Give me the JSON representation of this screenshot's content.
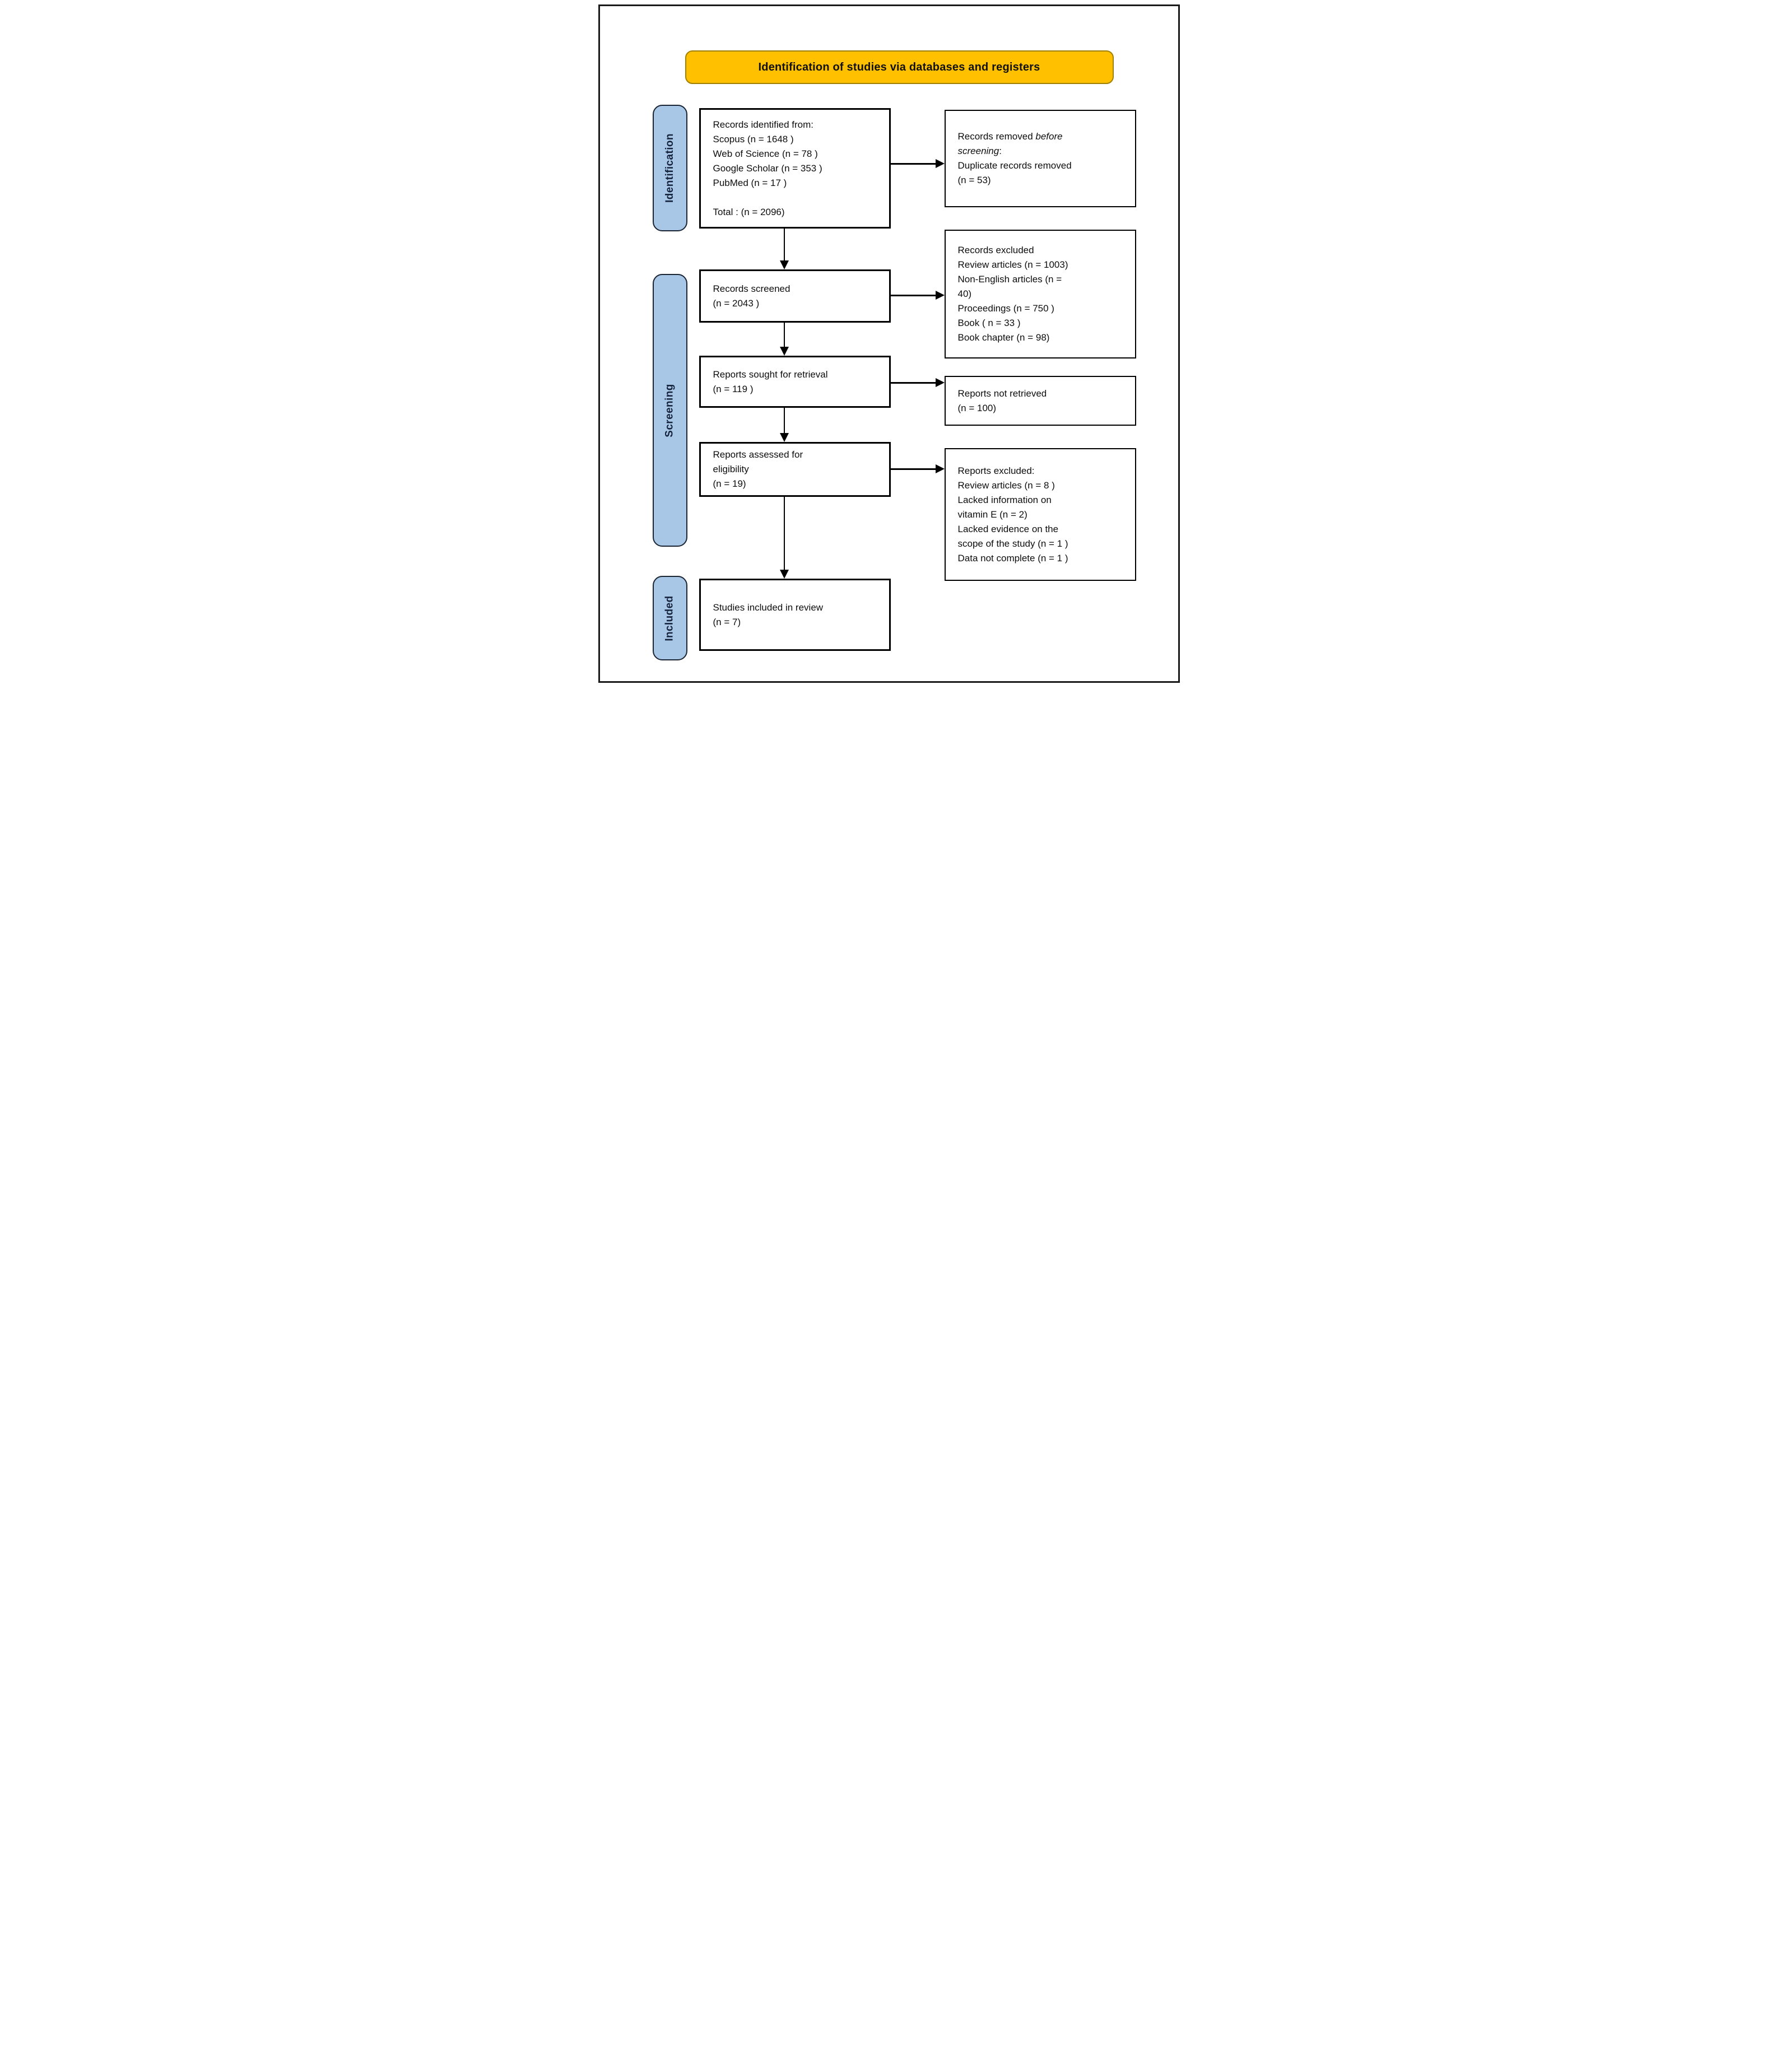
{
  "title": "Identification of studies via databases and registers",
  "stages": {
    "identification": "Identification",
    "screening": "Screening",
    "included": "Included"
  },
  "boxes": {
    "records_identified": {
      "lines": [
        "Records identified from:",
        "Scopus (n = 1648 )",
        "Web of Science (n = 78 )",
        "Google Scholar (n = 353 )",
        "PubMed (n = 17 )"
      ],
      "total": "Total : (n = 2096)"
    },
    "records_removed": {
      "line1_normal": "Records removed ",
      "line1_italic": "before",
      "line2_italic": "screening",
      "line2_suffix": ":",
      "line3": "Duplicate records removed",
      "line4": "(n = 53)"
    },
    "records_screened": {
      "lines": [
        "Records screened",
        "(n = 2043 )"
      ]
    },
    "records_excluded": {
      "lines": [
        "Records excluded",
        "Review articles (n = 1003)",
        "Non-English articles (n =",
        "40)",
        "Proceedings (n = 750 )",
        "Book ( n = 33 )",
        "Book chapter (n = 98)"
      ]
    },
    "reports_sought": {
      "lines": [
        "Reports sought for retrieval",
        "(n = 119 )"
      ]
    },
    "reports_not_retrieved": {
      "lines": [
        "Reports not retrieved",
        "(n = 100)"
      ]
    },
    "reports_assessed": {
      "lines": [
        "Reports assessed for",
        "eligibility",
        "(n = 19)"
      ]
    },
    "reports_excluded": {
      "lines": [
        "Reports excluded:",
        "Review articles (n = 8 )",
        "Lacked information on",
        "vitamin E (n = 2)",
        "Lacked evidence on the",
        "scope of the study (n = 1 )",
        "Data not complete (n = 1 )"
      ]
    },
    "studies_included": {
      "lines": [
        "Studies included in review",
        "(n = 7)"
      ]
    }
  },
  "colors": {
    "banner_fill": "#FFC000",
    "banner_border": "#A08000",
    "stage_fill": "#A8C6E6",
    "stage_border": "#1A2433",
    "stage_text": "#15233D",
    "box_fill": "#FFFFFF",
    "box_border": "#000000",
    "arrow": "#000000",
    "frame_border": "#1A1A1A"
  }
}
